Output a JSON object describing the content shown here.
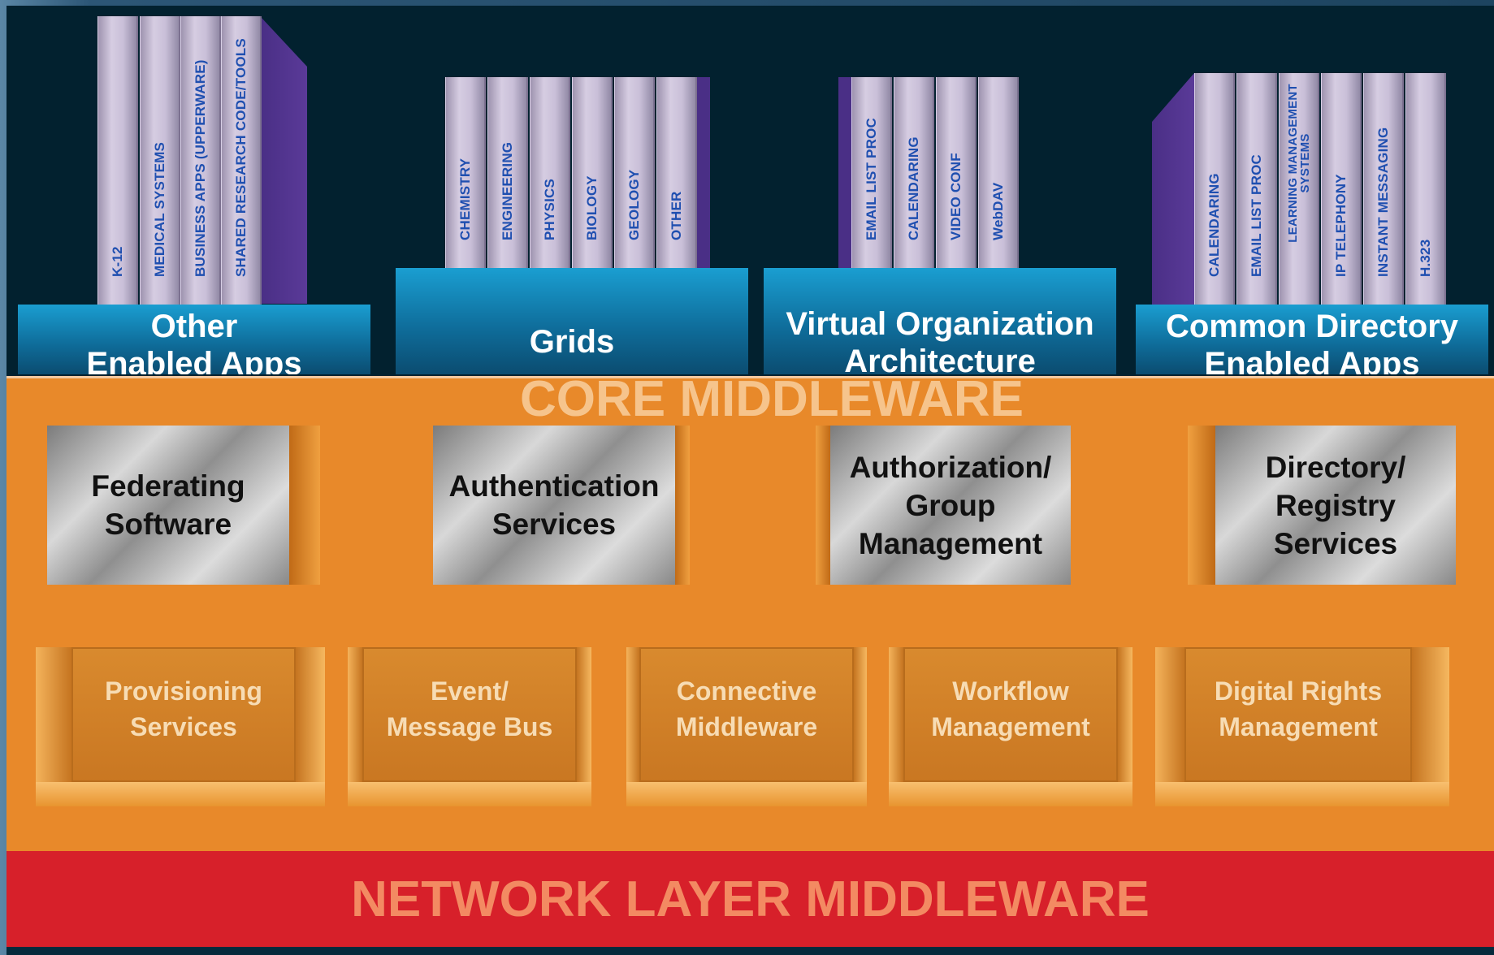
{
  "groups": [
    {
      "label": "Other\nEnabled Apps",
      "books": [
        "K-12",
        "MEDICAL SYSTEMS",
        "BUSINESS APPS (UPPERWARE)",
        "SHARED RESEARCH CODE/TOOLS"
      ]
    },
    {
      "label": "Grids",
      "books": [
        "CHEMISTRY",
        "ENGINEERING",
        "PHYSICS",
        "BIOLOGY",
        "GEOLOGY",
        "OTHER"
      ]
    },
    {
      "label": "Virtual Organization\nArchitecture",
      "books": [
        "EMAIL LIST PROC",
        "CALENDARING",
        "VIDEO CONF",
        "WebDAV"
      ]
    },
    {
      "label": "Common Directory\nEnabled Apps",
      "books": [
        "CALENDARING",
        "EMAIL LIST PROC",
        "LEARNING MANAGEMENT\nSYSTEMS",
        "IP TELEPHONY",
        "INSTANT MESSAGING",
        "H.323"
      ]
    }
  ],
  "core": {
    "title": "CORE MIDDLEWARE",
    "primary_services": [
      "Federating\nSoftware",
      "Authentication\nServices",
      "Authorization/\nGroup\nManagement",
      "Directory/\nRegistry\nServices"
    ],
    "secondary_services": [
      "Provisioning\nServices",
      "Event/\nMessage Bus",
      "Connective\nMiddleware",
      "Workflow\nManagement",
      "Digital Rights\nManagement"
    ]
  },
  "network": {
    "title": "NETWORK LAYER MIDDLEWARE"
  },
  "colors": {
    "background": "#02212f",
    "shelf_blue": "#1a9ed1",
    "book_lavender": "#cfc5dc",
    "book_text": "#1f4fb0",
    "core_orange": "#e8892a",
    "network_red": "#d7202a"
  }
}
